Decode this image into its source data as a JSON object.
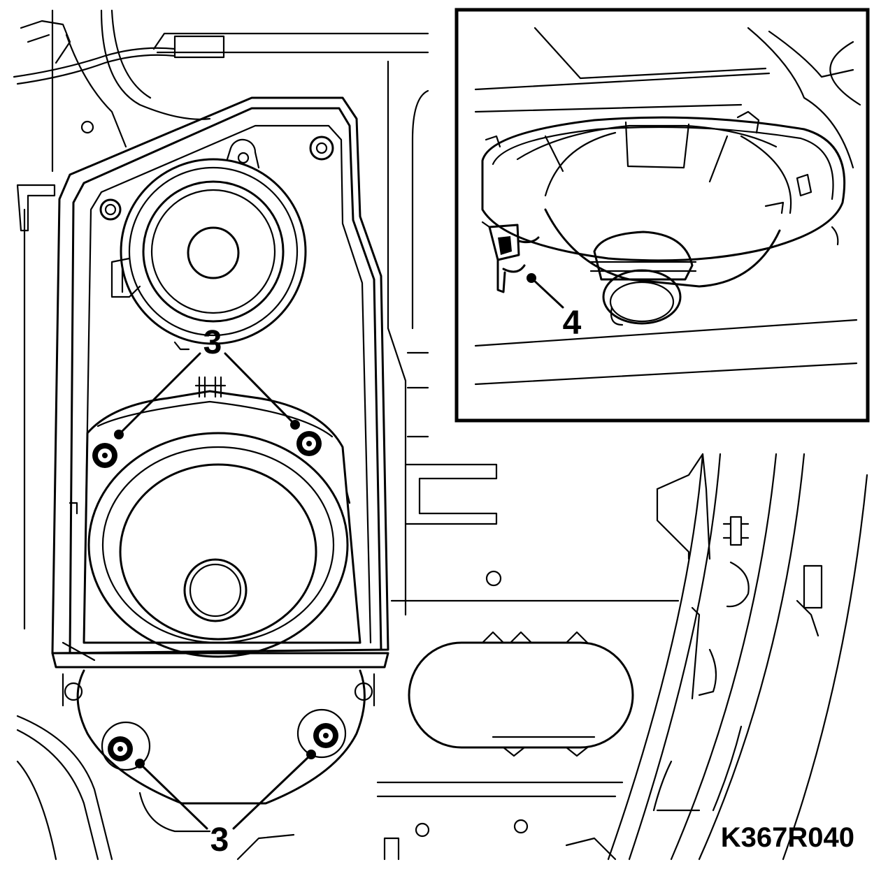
{
  "figure": {
    "reference_code": "K367R040"
  },
  "callouts": [
    {
      "id": "top-screws",
      "label": "3"
    },
    {
      "id": "bottom-screws",
      "label": "3"
    },
    {
      "id": "connector",
      "label": "4"
    }
  ]
}
